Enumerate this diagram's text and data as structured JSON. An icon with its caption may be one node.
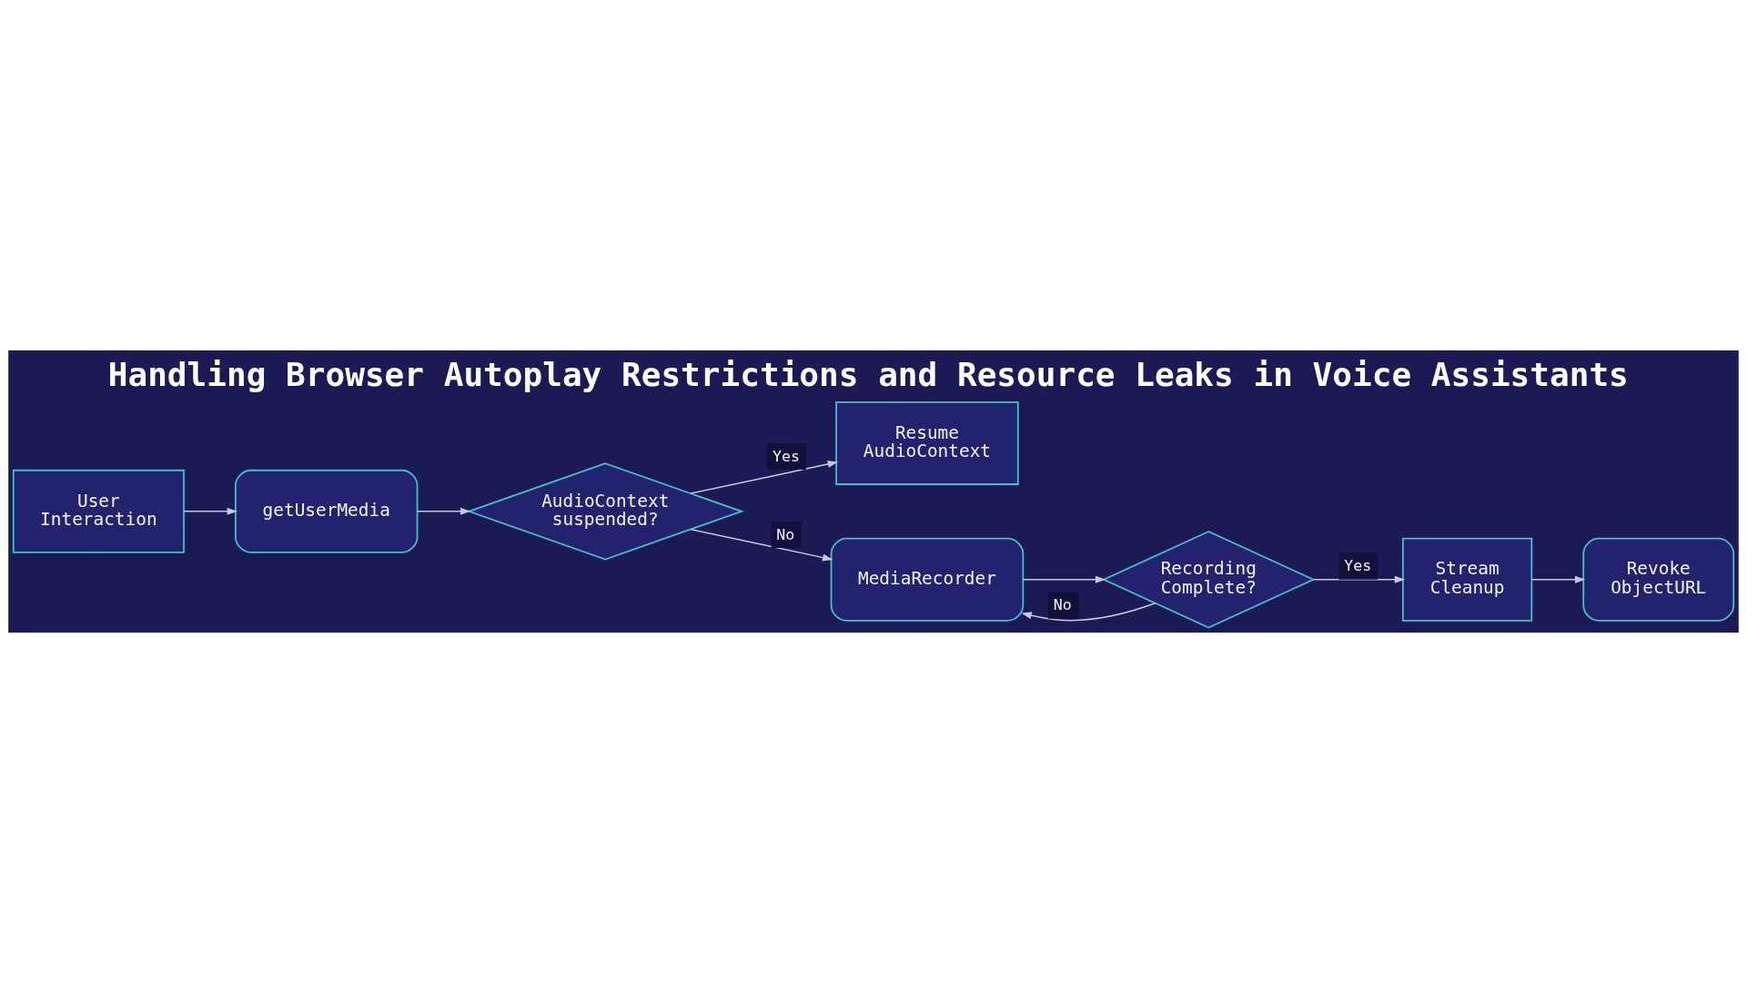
{
  "diagram": {
    "title": "Handling Browser Autoplay Restrictions and Resource Leaks in Voice Assistants",
    "nodes": [
      {
        "text": [
          "User Interaction"
        ]
      },
      {
        "text": [
          "getUserMedia"
        ]
      },
      {
        "text": [
          "AudioContext suspended?"
        ]
      },
      {
        "text": [
          "Resume AudioContext"
        ]
      },
      {
        "text": [
          "MediaRecorder"
        ]
      },
      {
        "text": [
          "Recording Complete?"
        ]
      },
      {
        "text": [
          "Stream Cleanup"
        ]
      },
      {
        "text": [
          "Revoke ObjectURL"
        ]
      }
    ],
    "edges": [
      {
        "from": 0,
        "to": 1,
        "arrow": "to"
      },
      {
        "from": 1,
        "to": 2,
        "arrow": "to"
      },
      {
        "from": 2,
        "to": 3,
        "label": "Yes",
        "arrow": "to"
      },
      {
        "from": 2,
        "to": 4,
        "label": "No",
        "arrow": "to"
      },
      {
        "from": 4,
        "to": 5,
        "arrow": "to"
      },
      {
        "from": 5,
        "to": 4,
        "label": "No",
        "arrow": "to"
      },
      {
        "from": 5,
        "to": 6,
        "label": "Yes",
        "arrow": "to"
      },
      {
        "from": 6,
        "to": 7,
        "arrow": "to"
      }
    ]
  }
}
